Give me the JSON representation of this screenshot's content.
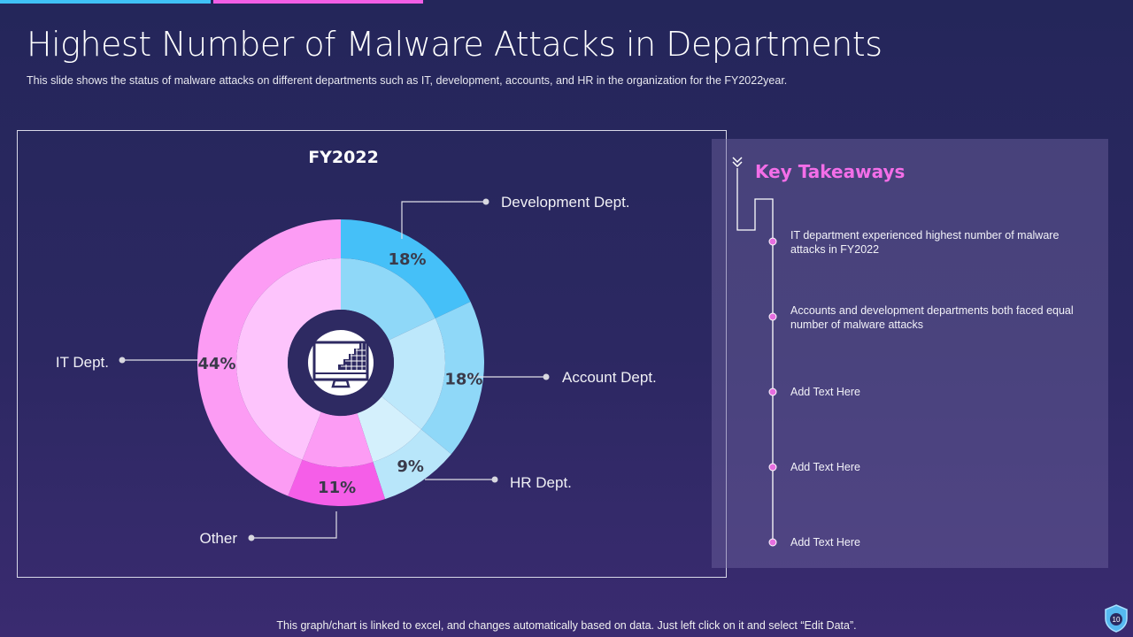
{
  "title": "Highest Number of Malware Attacks in Departments",
  "subtitle": "This slide shows the status of malware attacks on different departments such as IT, development,  accounts, and HR in the organization for the FY2022year.",
  "chart_data": {
    "type": "pie",
    "variant": "donut",
    "title": "FY2022",
    "categories": [
      "Development Dept.",
      "Account Dept.",
      "HR Dept.",
      "Other",
      "IT Dept."
    ],
    "values": [
      18,
      18,
      9,
      11,
      44
    ],
    "labels": [
      "18%",
      "18%",
      "9%",
      "11%",
      "44%"
    ],
    "outer_colors": [
      "#45c0f8",
      "#8fd8f8",
      "#b8e6fa",
      "#f55ee8",
      "#fc9cf4"
    ],
    "inner_colors": [
      "#8fd8f8",
      "#bde8fb",
      "#d4f0fc",
      "#fc9cf4",
      "#fdc4fc"
    ],
    "center_icon": "computer-monitor-icon"
  },
  "takeaways": {
    "title": "Key Takeaways",
    "items": [
      "IT department  experienced  highest number  of  malware attacks in FY2022",
      "Accounts and  development  departments  both faced equal  number  of malware  attacks",
      "Add Text Here",
      "Add Text Here",
      "Add Text Here"
    ]
  },
  "footer": "This graph/chart is linked to excel, and changes automatically based on data. Just left click on it and select “Edit Data”.",
  "page_number": "10",
  "colors": {
    "accent_blue": "#3fc1f7",
    "accent_pink": "#f25ee6",
    "takeaway_title": "#f36ee8"
  }
}
